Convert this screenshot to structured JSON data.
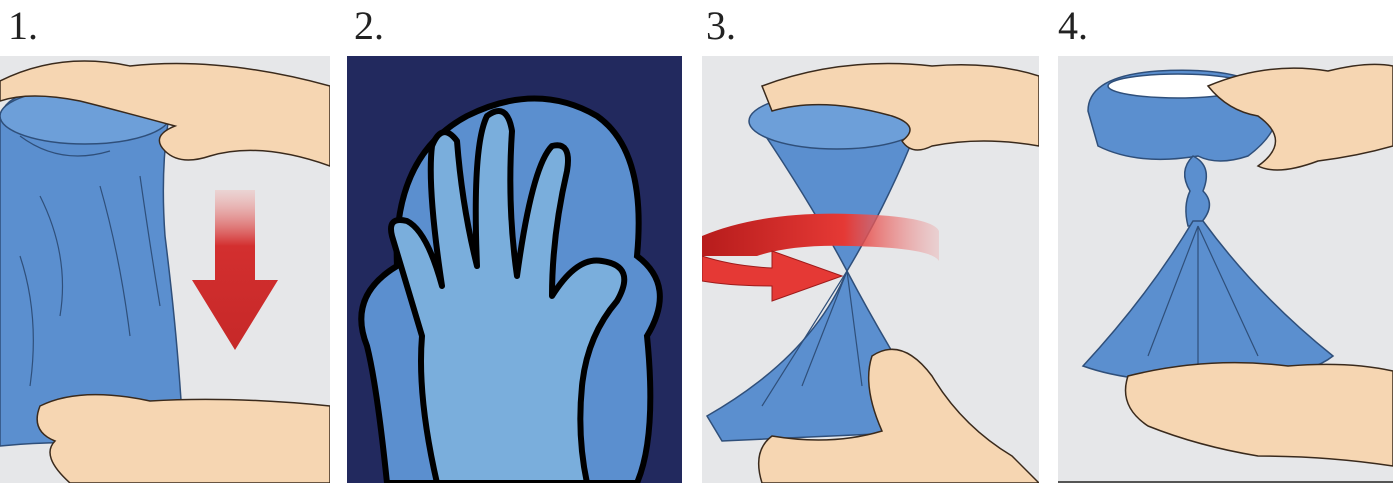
{
  "steps": [
    {
      "number": "1.",
      "illustration": "hands-pulling-bag-icon",
      "action": "pull-down-arrow-icon"
    },
    {
      "number": "2.",
      "illustration": "hand-pressing-bag-icon",
      "action": "none"
    },
    {
      "number": "3.",
      "illustration": "hands-twisting-bag-icon",
      "action": "twist-arrow-icon"
    },
    {
      "number": "4.",
      "illustration": "twisted-bag-knot-icon",
      "action": "none"
    }
  ],
  "colors": {
    "bag_blue": "#5b8fcf",
    "bag_light": "#7aaedc",
    "skin": "#f6d6b2",
    "arrow_red": "#d32f2f",
    "navy_bg": "#22295e",
    "panel_bg": "#e6e7e9"
  }
}
